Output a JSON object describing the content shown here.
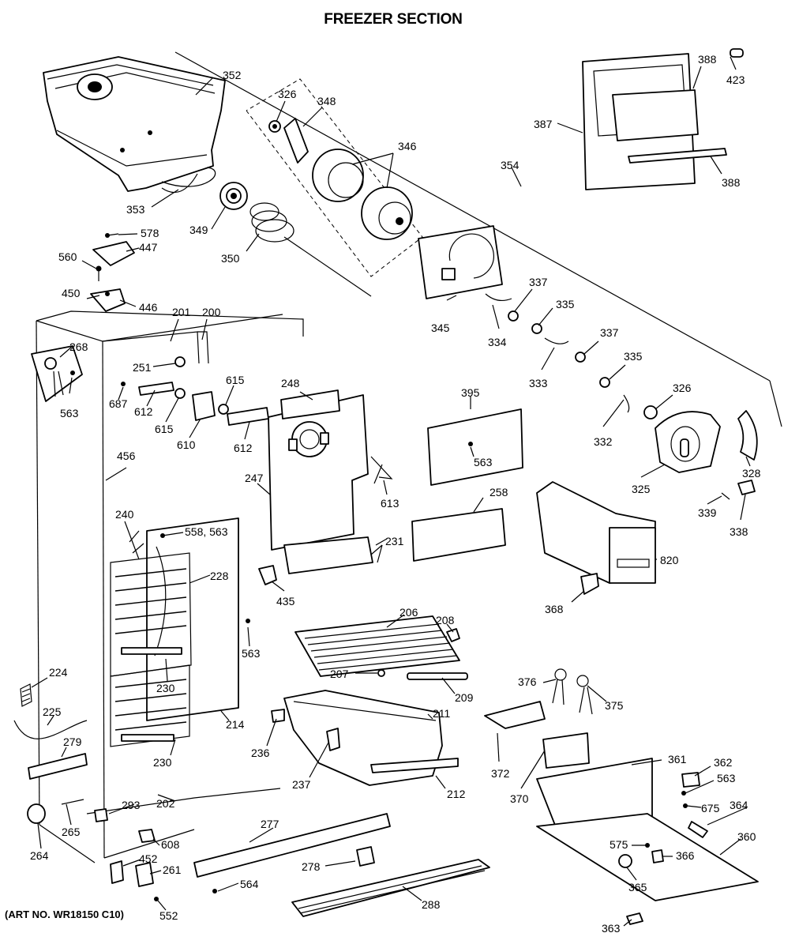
{
  "title": "FREEZER SECTION",
  "art_number": "(ART NO. WR18150 C10)",
  "callouts": {
    "c352": "352",
    "c326a": "326",
    "c348": "348",
    "c346": "346",
    "c388a": "388",
    "c423": "423",
    "c387": "387",
    "c354": "354",
    "c388b": "388",
    "c353": "353",
    "c349": "349",
    "c350": "350",
    "c578": "578",
    "c447": "447",
    "c560": "560",
    "c450": "450",
    "c446": "446",
    "c345": "345",
    "c337a": "337",
    "c335a": "335",
    "c334": "334",
    "c337b": "337",
    "c335b": "335",
    "c333": "333",
    "c326b": "326",
    "c201": "201",
    "c200": "200",
    "c268": "268",
    "c251": "251",
    "c687": "687",
    "c612a": "612",
    "c615a": "615",
    "c615b": "615",
    "c610": "610",
    "c612b": "612",
    "c563a": "563",
    "c248": "248",
    "c395": "395",
    "c563b": "563",
    "c332": "332",
    "c325": "325",
    "c328": "328",
    "c456": "456",
    "c247": "247",
    "c613": "613",
    "c258": "258",
    "c339": "339",
    "c338": "338",
    "c240": "240",
    "c558": "558, 563",
    "c231": "231",
    "c820": "820",
    "c228": "228",
    "c435": "435",
    "c368": "368",
    "c206": "206",
    "c208": "208",
    "c563c": "563",
    "c224": "224",
    "c207": "207",
    "c230a": "230",
    "c376": "376",
    "c375": "375",
    "c209": "209",
    "c225": "225",
    "c211": "211",
    "c214": "214",
    "c279": "279",
    "c236": "236",
    "c230b": "230",
    "c372": "372",
    "c361": "361",
    "c362": "362",
    "c237": "237",
    "c563d": "563",
    "c212": "212",
    "c370": "370",
    "c202": "202",
    "c675": "675",
    "c364": "364",
    "c293": "293",
    "c277": "277",
    "c265": "265",
    "c608": "608",
    "c360": "360",
    "c264": "264",
    "c575": "575",
    "c366": "366",
    "c452": "452",
    "c261": "261",
    "c278": "278",
    "c564": "564",
    "c365": "365",
    "c552": "552",
    "c288": "288",
    "c363": "363"
  }
}
